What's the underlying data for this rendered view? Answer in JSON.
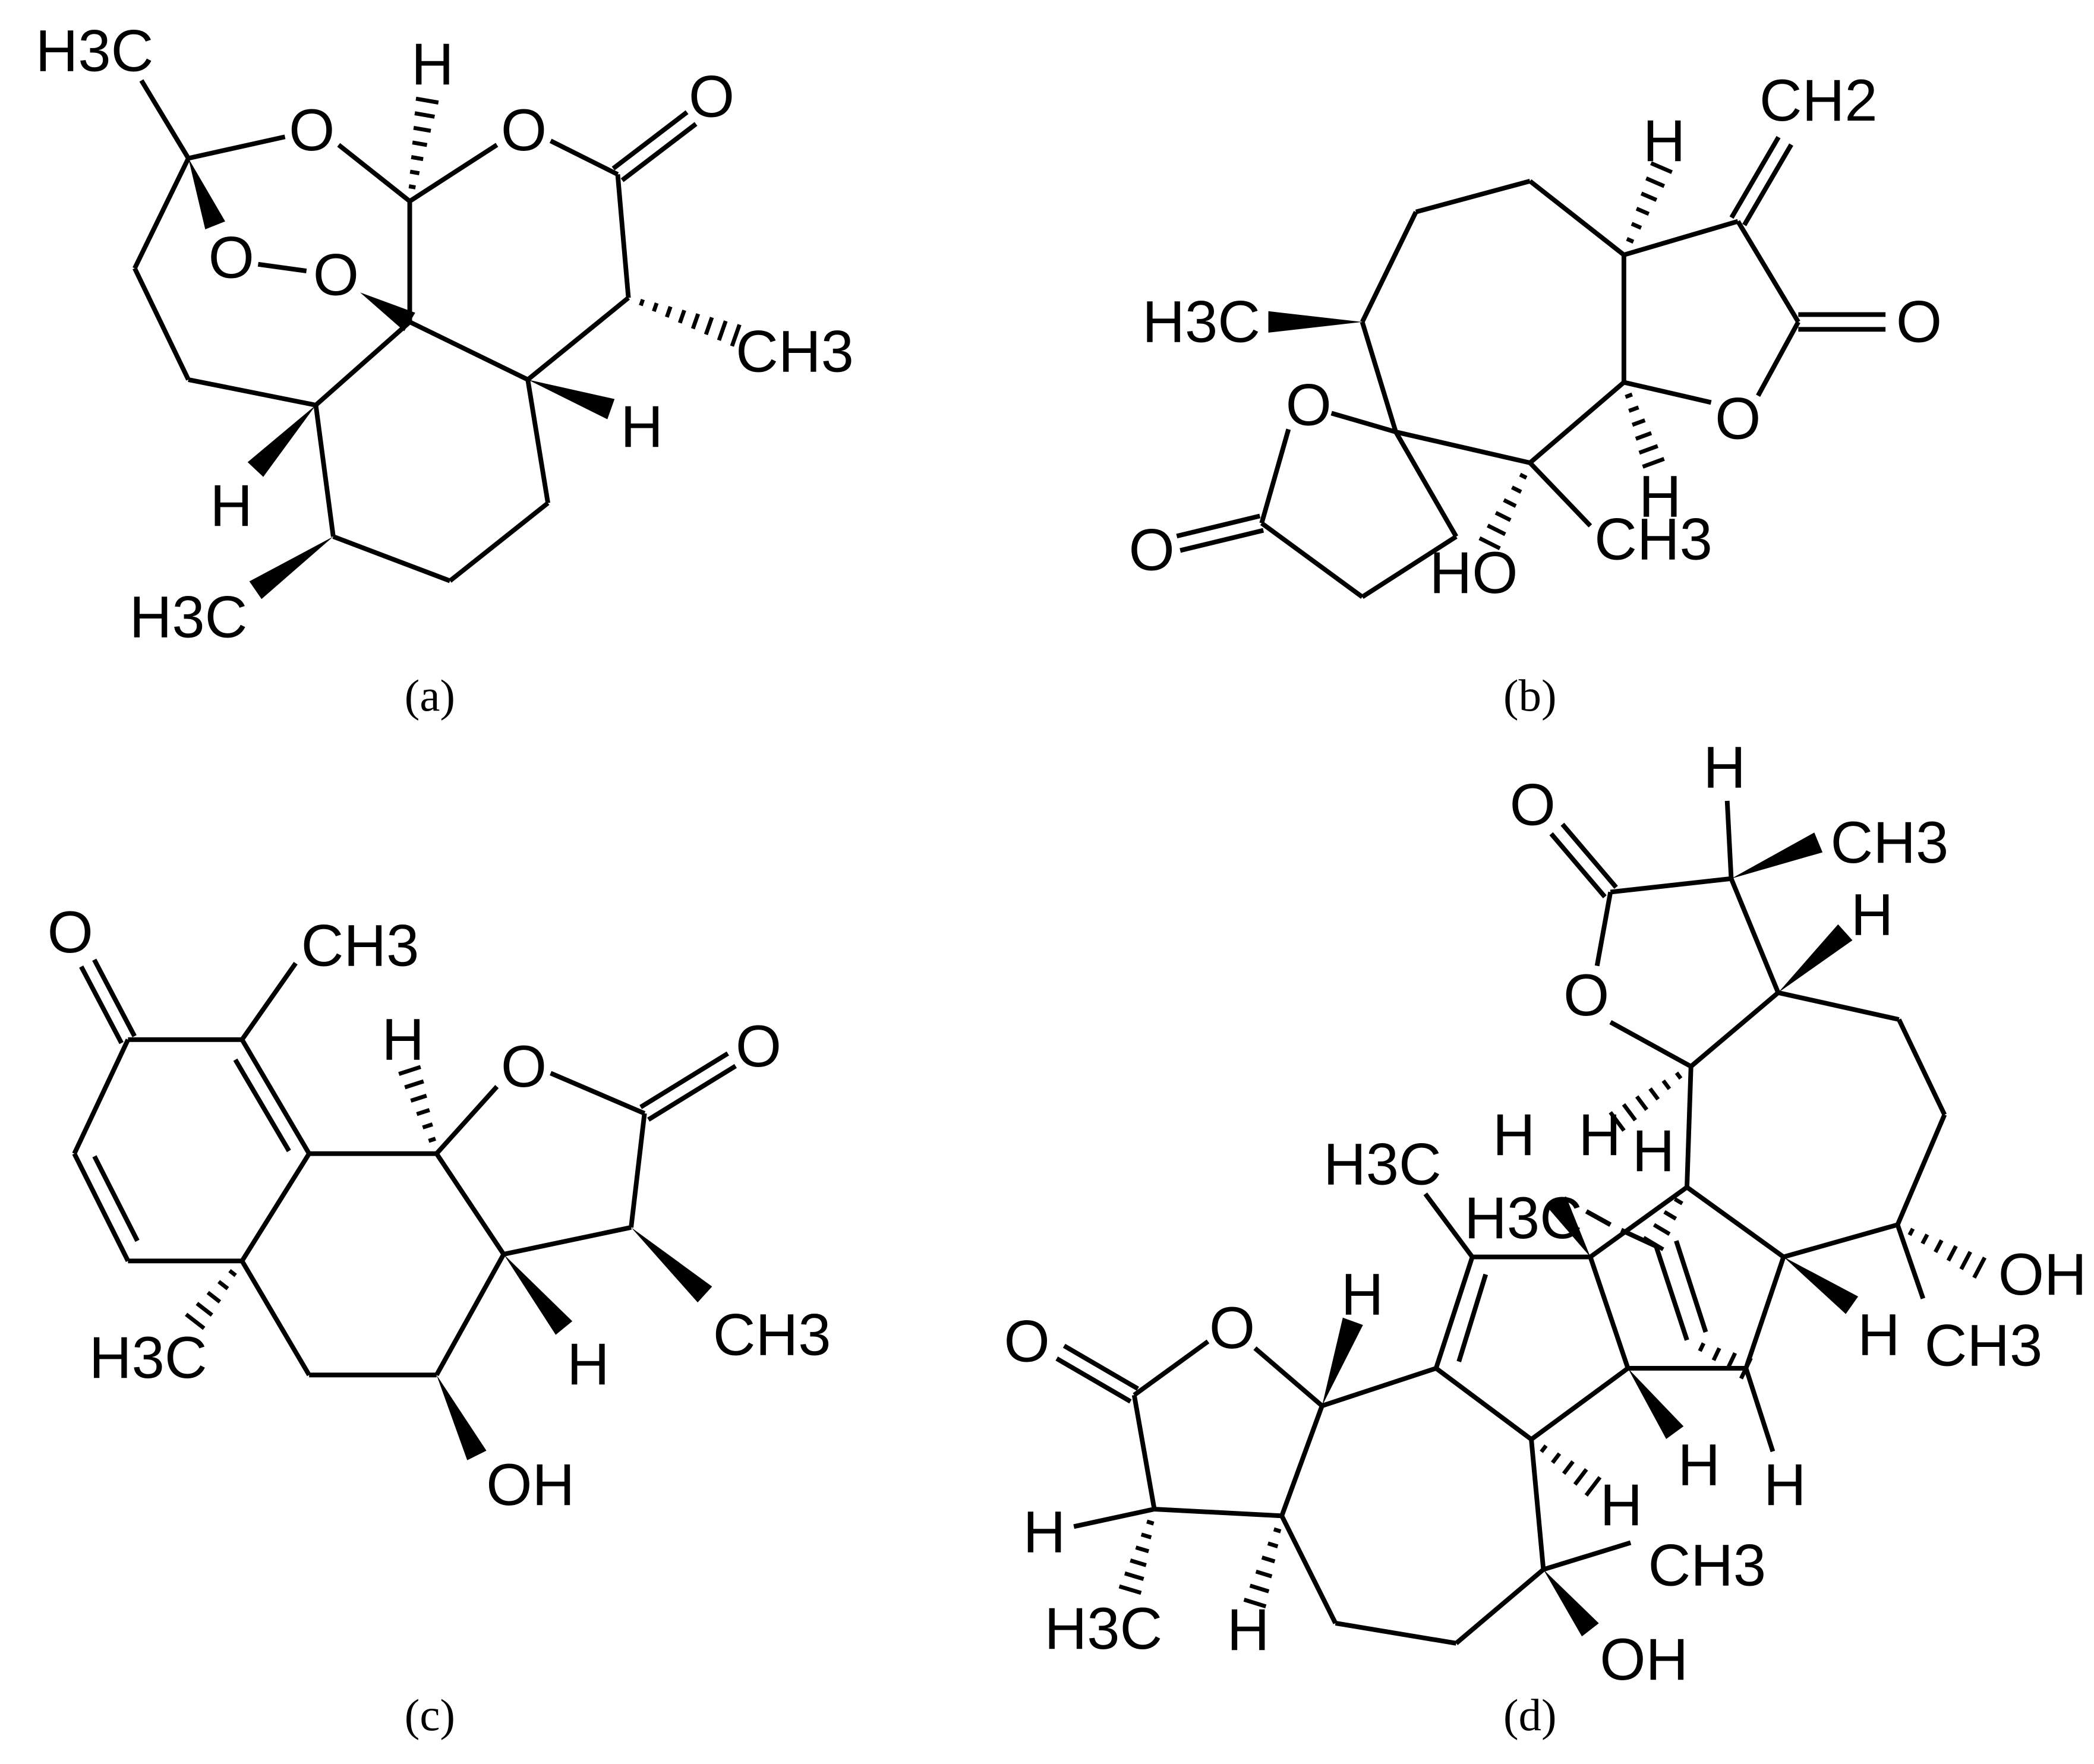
{
  "panels": [
    {
      "label": "(a)",
      "letter": "a",
      "atoms": [
        "H3C",
        "O",
        "H",
        "O",
        "O",
        "CH3",
        "H",
        "O",
        "O",
        "H",
        "H3C"
      ]
    },
    {
      "label": "(b)",
      "letter": "b",
      "atoms": [
        "CH2",
        "H",
        "O",
        "O",
        "H",
        "H3C",
        "O",
        "O",
        "HO",
        "CH3"
      ]
    },
    {
      "label": "(c)",
      "letter": "c",
      "atoms": [
        "O",
        "CH3",
        "H3C",
        "H",
        "O",
        "O",
        "CH3",
        "H",
        "OH"
      ]
    },
    {
      "label": "(d)",
      "letter": "d",
      "atoms": [
        "O",
        "H",
        "CH3",
        "H",
        "O",
        "H",
        "OH",
        "H",
        "CH3",
        "H3C",
        "H",
        "H",
        "H",
        "H",
        "H3C",
        "H",
        "O",
        "O",
        "H",
        "H3C",
        "H",
        "OH",
        "CH3",
        "H"
      ]
    }
  ],
  "colors": {
    "ink": "#000000",
    "background": "#ffffff"
  }
}
